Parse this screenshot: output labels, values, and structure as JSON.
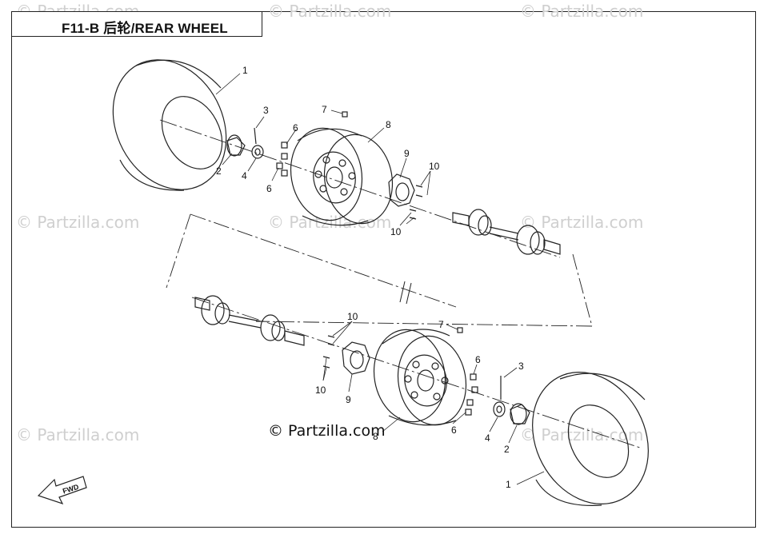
{
  "title": "F11-B 后轮/REAR WHEEL",
  "watermarks": [
    "© Partzilla.com",
    "© Partzilla.com",
    "© Partzilla.com",
    "© Partzilla.com",
    "© Partzilla.com",
    "© Partzilla.com",
    "© Partzilla.com",
    "© Partzilla.com"
  ],
  "center_watermark": "© Partzilla.com",
  "fwd_label": "FWD",
  "callouts": {
    "top": [
      "1",
      "2",
      "3",
      "4",
      "6",
      "6",
      "7",
      "8",
      "9",
      "10",
      "10"
    ],
    "bottom": [
      "1",
      "2",
      "3",
      "4",
      "6",
      "6",
      "7",
      "8",
      "9",
      "10",
      "10"
    ]
  },
  "colors": {
    "line": "#222222",
    "watermark": "#cfcfcf"
  }
}
